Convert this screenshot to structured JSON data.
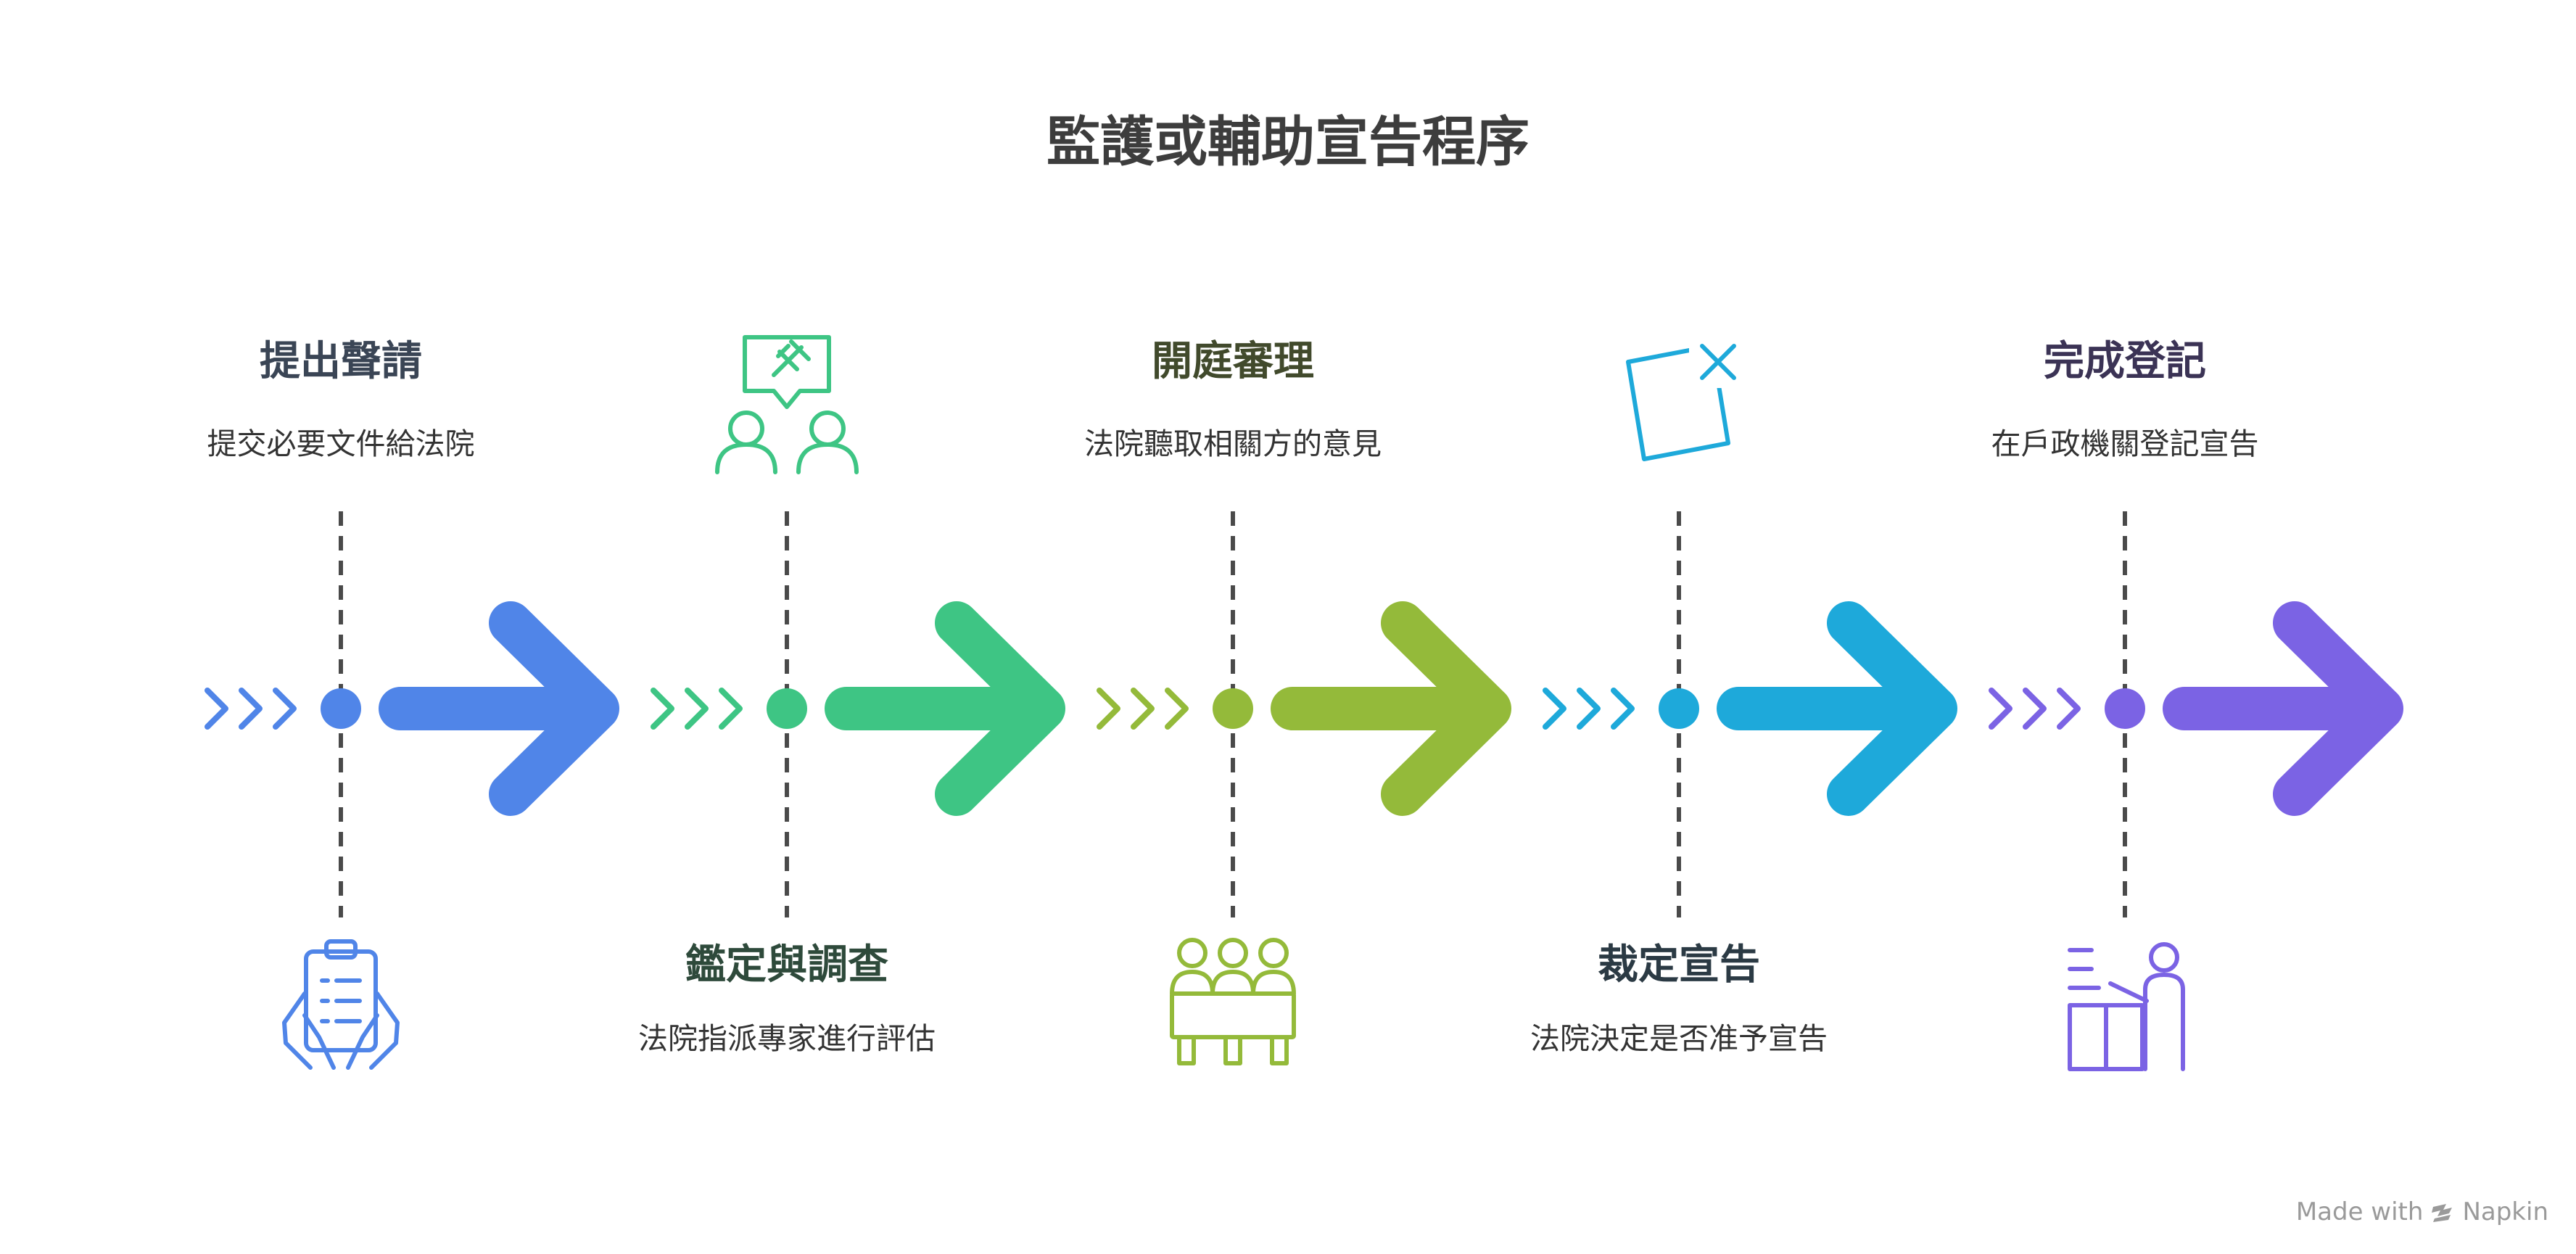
{
  "title": "監護或輔助宣告程序",
  "steps": [
    {
      "label": "提出聲請",
      "desc": "提交必要文件給法院",
      "color": "#5085e8",
      "label_color": "#3a4555",
      "label_position": "top",
      "icon": "clipboard-hands-icon"
    },
    {
      "label": "鑑定與調查",
      "desc": "法院指派專家進行評估",
      "color": "#3ec584",
      "label_color": "#2e4a3b",
      "label_position": "bottom",
      "icon": "discussion-gavel-icon"
    },
    {
      "label": "開庭審理",
      "desc": "法院聽取相關方的意見",
      "color": "#94ba3a",
      "label_color": "#414a2c",
      "label_position": "top",
      "icon": "panel-people-icon"
    },
    {
      "label": "裁定宣告",
      "desc": "法院決定是否准予宣告",
      "color": "#1ea9da",
      "label_color": "#2b3a44",
      "label_position": "bottom",
      "icon": "decision-x-icon"
    },
    {
      "label": "完成登記",
      "desc": "在戶政機關登記宣告",
      "color": "#7b63e4",
      "label_color": "#3b3355",
      "label_position": "top",
      "icon": "registration-desk-icon"
    }
  ],
  "footer": {
    "made_with": "Made with",
    "brand": "Napkin"
  }
}
